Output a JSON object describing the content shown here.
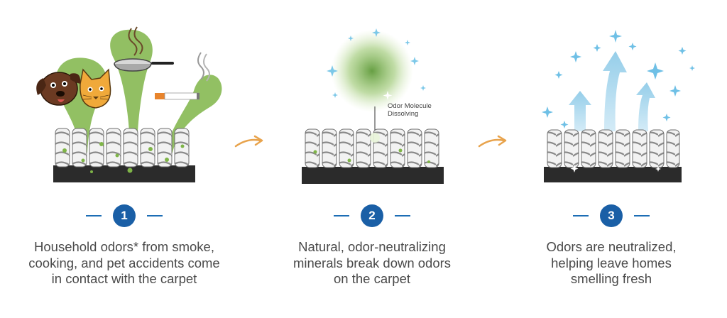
{
  "colors": {
    "accent_blue": "#1a5fa6",
    "odor_green": "#7fb548",
    "arrow_orange": "#e8a34c",
    "sparkle_blue": "#7cc8e8",
    "carpet_base": "#2b2b2b"
  },
  "steps": [
    {
      "number": "1",
      "caption_lines": [
        "Household odors* from smoke,",
        "cooking, and pet accidents come",
        "in contact with the carpet"
      ],
      "icons": [
        "dog-icon",
        "cat-icon",
        "frying-pan-icon",
        "cigarette-icon",
        "carpet-icon"
      ]
    },
    {
      "number": "2",
      "caption_lines": [
        "Natural, odor-neutralizing",
        "minerals break down odors",
        "on the carpet"
      ],
      "annotation_lines": [
        "Odor Molecule",
        "Dissolving"
      ],
      "icons": [
        "odor-cloud-icon",
        "carpet-icon"
      ]
    },
    {
      "number": "3",
      "caption_lines": [
        "Odors are neutralized,",
        "helping leave homes",
        "smelling fresh"
      ],
      "icons": [
        "fresh-air-arrows-icon",
        "sparkle-icon",
        "carpet-icon"
      ]
    }
  ],
  "arrows": [
    "right-arrow-icon",
    "right-arrow-icon"
  ]
}
